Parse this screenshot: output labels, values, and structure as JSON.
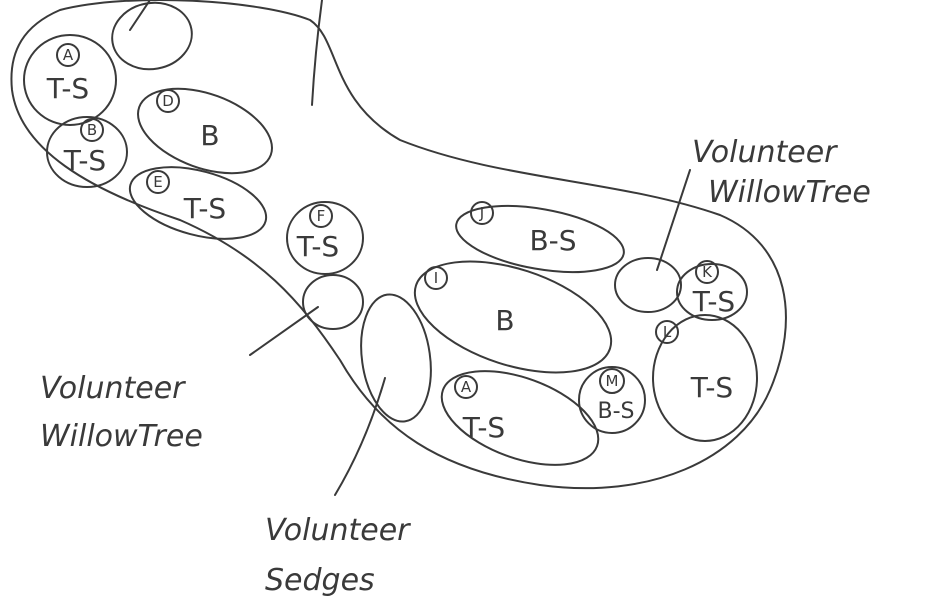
{
  "colors": {
    "ink": "#3a3a3a",
    "paper": "#ffffff"
  },
  "plots": [
    {
      "id": "A1",
      "letter": "A",
      "code": "T-S"
    },
    {
      "id": "B1",
      "letter": "B",
      "code": "T-S"
    },
    {
      "id": "D",
      "letter": "D",
      "code": "B"
    },
    {
      "id": "E",
      "letter": "E",
      "code": "T-S"
    },
    {
      "id": "F",
      "letter": "F",
      "code": "T-S"
    },
    {
      "id": "J",
      "letter": "J",
      "code": "B-S"
    },
    {
      "id": "I",
      "letter": "I",
      "code": "B"
    },
    {
      "id": "K",
      "letter": "K",
      "code": "T-S"
    },
    {
      "id": "L",
      "letter": "L",
      "code": "T-S"
    },
    {
      "id": "M",
      "letter": "M",
      "code": "B-S"
    },
    {
      "id": "A2",
      "letter": "A",
      "code": "T-S"
    }
  ],
  "annotations": {
    "willow_right": {
      "line1": "Volunteer",
      "line2": "WillowTree"
    },
    "willow_left": {
      "line1": "Volunteer",
      "line2": "WillowTree"
    },
    "sedges": {
      "line1": "Volunteer",
      "line2": "Sedges"
    }
  }
}
